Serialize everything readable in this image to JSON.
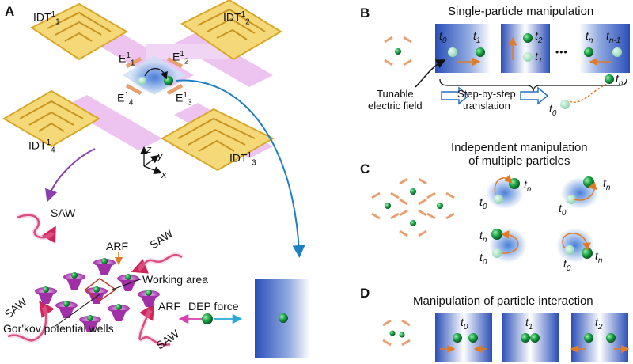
{
  "panels": {
    "A": {
      "letter": "A",
      "idt_labels": {
        "tl": "IDT",
        "tr": "IDT",
        "bl": "IDT",
        "br": "IDT"
      },
      "idt_sups": {
        "tl": "1",
        "tr": "1",
        "bl": "1",
        "br": "1"
      },
      "idt_subs": {
        "tl": "1",
        "tr": "2",
        "bl": "4",
        "br": "3"
      },
      "electrodes": {
        "e1": "E",
        "e2": "E",
        "e3": "E",
        "e4": "E"
      },
      "electrode_sups": {
        "e1": "1",
        "e2": "1",
        "e3": "1",
        "e4": "1"
      },
      "electrode_subs": {
        "e1": "1",
        "e2": "2",
        "e3": "3",
        "e4": "4"
      },
      "axes": {
        "z": "z",
        "y": "y",
        "x": "x"
      },
      "saw": [
        "SAW",
        "SAW",
        "SAW",
        "SAW"
      ],
      "arf_top": "ARF",
      "working_area": "Working area",
      "gorkov": "Gor'kov potential wells",
      "arf_force": "ARF",
      "dep_force": "DEP force"
    },
    "B": {
      "letter": "B",
      "title": "Single-particle manipulation",
      "t_labels": {
        "t0": "t",
        "t0_sub": "0",
        "t1": "t",
        "t1_sub": "1",
        "t2": "t",
        "t2_sub": "2",
        "t1b": "t",
        "t1b_sub": "1",
        "tn": "t",
        "tn_sub": "n",
        "tn1": "t",
        "tn1_sub": "n-1"
      },
      "ellipsis": "•••",
      "field": "Tunable\nelectric field",
      "translation": "Step-by-step\ntranslation",
      "final_t0": "t",
      "final_t0_sub": "0",
      "final_tn": "t",
      "final_tn_sub": "n"
    },
    "C": {
      "letter": "C",
      "title": "Independent manipulation\nof multiple particles",
      "t0": "t",
      "t0_sub": "0",
      "tn": "t",
      "tn_sub": "n"
    },
    "D": {
      "letter": "D",
      "title": "Manipulation of particle interaction",
      "t_labels": [
        {
          "t": "t",
          "sub": "0"
        },
        {
          "t": "t",
          "sub": "1"
        },
        {
          "t": "t",
          "sub": "2"
        }
      ]
    }
  },
  "colors": {
    "idt": "#f5c84a",
    "pink": "#d97be0",
    "blue": "#2b5fc4",
    "green": "#1f9e45",
    "orange": "#e07b28",
    "purple": "#8a3fb0",
    "saw": "#d0245a",
    "cyan": "#2aa8d8",
    "magenta": "#d83fb0"
  }
}
